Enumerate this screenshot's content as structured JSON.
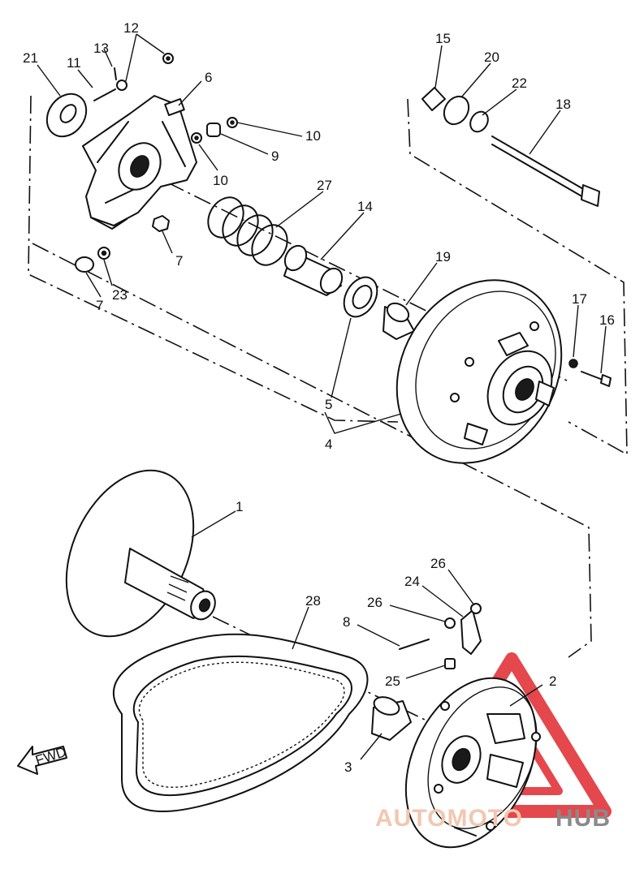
{
  "callouts": [
    {
      "id": "c21",
      "text": "21"
    },
    {
      "id": "c11",
      "text": "11"
    },
    {
      "id": "c13",
      "text": "13"
    },
    {
      "id": "c12",
      "text": "12"
    },
    {
      "id": "c6",
      "text": "6"
    },
    {
      "id": "c10a",
      "text": "10"
    },
    {
      "id": "c9",
      "text": "9"
    },
    {
      "id": "c10b",
      "text": "10"
    },
    {
      "id": "c7a",
      "text": "7"
    },
    {
      "id": "c23",
      "text": "23"
    },
    {
      "id": "c7b",
      "text": "7"
    },
    {
      "id": "c27",
      "text": "27"
    },
    {
      "id": "c14",
      "text": "14"
    },
    {
      "id": "c19",
      "text": "19"
    },
    {
      "id": "c5",
      "text": "5"
    },
    {
      "id": "c4",
      "text": "4"
    },
    {
      "id": "c15",
      "text": "15"
    },
    {
      "id": "c20",
      "text": "20"
    },
    {
      "id": "c22",
      "text": "22"
    },
    {
      "id": "c18",
      "text": "18"
    },
    {
      "id": "c17",
      "text": "17"
    },
    {
      "id": "c16",
      "text": "16"
    },
    {
      "id": "c1",
      "text": "1"
    },
    {
      "id": "c28",
      "text": "28"
    },
    {
      "id": "c26a",
      "text": "26"
    },
    {
      "id": "c24",
      "text": "24"
    },
    {
      "id": "c26b",
      "text": "26"
    },
    {
      "id": "c8",
      "text": "8"
    },
    {
      "id": "c25",
      "text": "25"
    },
    {
      "id": "c2",
      "text": "2"
    },
    {
      "id": "c3",
      "text": "3"
    }
  ],
  "fwd_label": "FWD",
  "watermark": {
    "part1": "AUTOMOTO",
    "part2": "HUB",
    "color1": "#f2c7b0",
    "color2": "#8a8a8a",
    "logo_color": "#e0282d"
  }
}
